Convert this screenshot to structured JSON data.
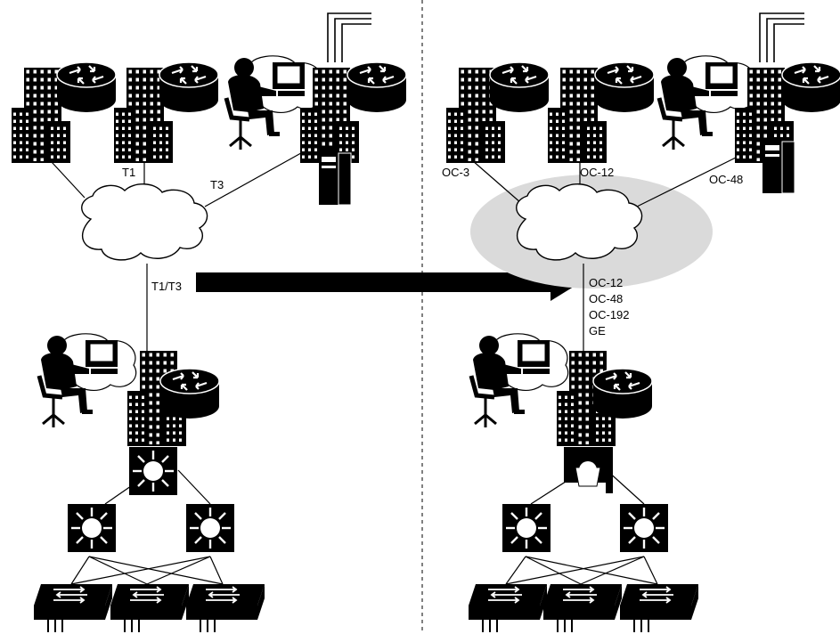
{
  "left_network": {
    "links": {
      "t1": "T1",
      "t3": "T3",
      "uplink": "T1/T3"
    }
  },
  "right_network": {
    "links": {
      "oc3": "OC-3",
      "oc12": "OC-12",
      "oc48": "OC-48"
    },
    "uplink_options": [
      "OC-12",
      "OC-48",
      "OC-192",
      "GE"
    ]
  },
  "colors": {
    "ink": "#000000",
    "halo": "#dadada",
    "background": "#ffffff"
  },
  "icons": [
    "building-icon",
    "router-icon",
    "workstation-user-icon",
    "server-icon",
    "cloud-icon",
    "multilayer-switch-icon",
    "workgroup-switch-icon",
    "arrow-right-icon"
  ]
}
